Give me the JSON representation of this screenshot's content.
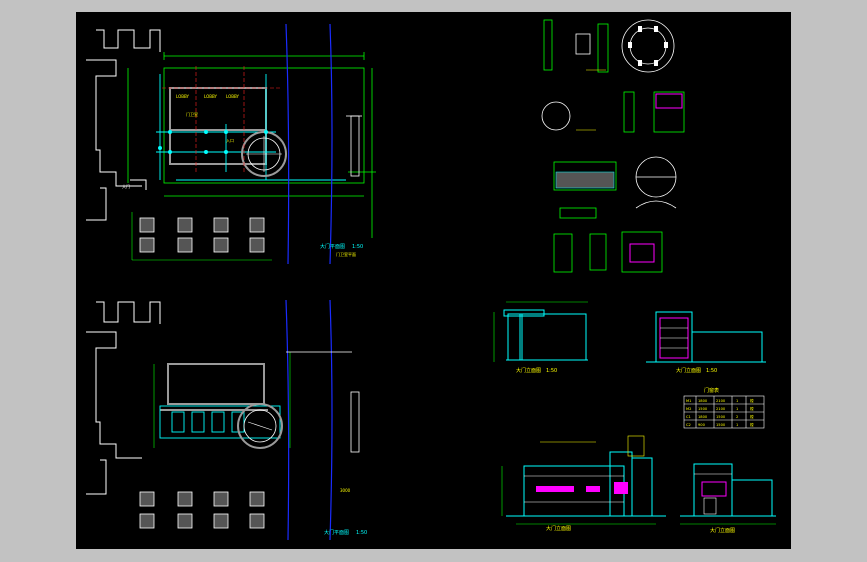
{
  "viewer": {
    "background": "#c2c2c2",
    "canvas_bg": "#000000"
  },
  "colors": {
    "white": "#ffffff",
    "green": "#00ff00",
    "cyan": "#00ffff",
    "blue": "#1a2cff",
    "yellow": "#ffff00",
    "red": "#ff2020",
    "magenta": "#ff00ff",
    "gray": "#9a9a9a"
  },
  "drawing": {
    "plan_top_title": "大门平面图",
    "plan_top_scale": "1:50",
    "plan_top_note": "门卫室平面",
    "plan_bottom_title": "大门平面图",
    "plan_bottom_scale": "1:50",
    "section_left_title": "大门立面图",
    "section_left_scale": "1:50",
    "section_right_title": "大门立面图",
    "section_right_scale": "1:50",
    "elev_left_title": "大门立面图",
    "elev_right_title": "大门立面图",
    "schedule_title": "门窗表",
    "schedule_rows": [
      [
        "M1",
        "1800",
        "2100",
        "1",
        "樘"
      ],
      [
        "M2",
        "1500",
        "2100",
        "1",
        "樘"
      ],
      [
        "C1",
        "1800",
        "1500",
        "2",
        "樘"
      ],
      [
        "C2",
        "900",
        "1500",
        "1",
        "樘"
      ]
    ],
    "marker_label": "大门",
    "dim_label": "3000"
  }
}
